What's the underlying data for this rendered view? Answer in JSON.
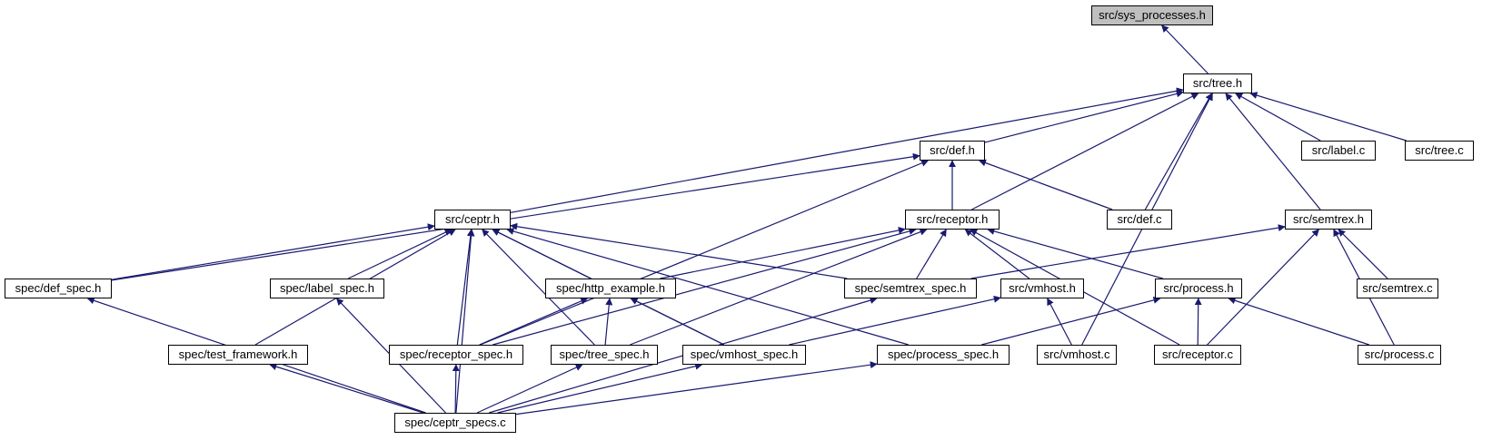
{
  "graph": {
    "root": "sys_processes_h",
    "edge_color": "#191970",
    "root_fill": "#bfbfbf",
    "nodes": [
      {
        "id": "sys_processes_h",
        "label": "src/sys_processes.h"
      },
      {
        "id": "tree_h",
        "label": "src/tree.h"
      },
      {
        "id": "def_h",
        "label": "src/def.h"
      },
      {
        "id": "label_c",
        "label": "src/label.c"
      },
      {
        "id": "tree_c",
        "label": "src/tree.c"
      },
      {
        "id": "ceptr_h",
        "label": "src/ceptr.h"
      },
      {
        "id": "receptor_h",
        "label": "src/receptor.h"
      },
      {
        "id": "def_c",
        "label": "src/def.c"
      },
      {
        "id": "semtrex_h",
        "label": "src/semtrex.h"
      },
      {
        "id": "def_spec_h",
        "label": "spec/def_spec.h"
      },
      {
        "id": "label_spec_h",
        "label": "spec/label_spec.h"
      },
      {
        "id": "http_example_h",
        "label": "spec/http_example.h"
      },
      {
        "id": "semtrex_spec_h",
        "label": "spec/semtrex_spec.h"
      },
      {
        "id": "vmhost_h",
        "label": "src/vmhost.h"
      },
      {
        "id": "process_h",
        "label": "src/process.h"
      },
      {
        "id": "semtrex_c",
        "label": "src/semtrex.c"
      },
      {
        "id": "test_framework_h",
        "label": "spec/test_framework.h"
      },
      {
        "id": "receptor_spec_h",
        "label": "spec/receptor_spec.h"
      },
      {
        "id": "tree_spec_h",
        "label": "spec/tree_spec.h"
      },
      {
        "id": "vmhost_spec_h",
        "label": "spec/vmhost_spec.h"
      },
      {
        "id": "process_spec_h",
        "label": "spec/process_spec.h"
      },
      {
        "id": "vmhost_c",
        "label": "src/vmhost.c"
      },
      {
        "id": "receptor_c",
        "label": "src/receptor.c"
      },
      {
        "id": "process_c",
        "label": "src/process.c"
      },
      {
        "id": "ceptr_specs_c",
        "label": "spec/ceptr_specs.c"
      }
    ],
    "edges": [
      {
        "from": "tree_h",
        "to": "sys_processes_h"
      },
      {
        "from": "def_h",
        "to": "tree_h"
      },
      {
        "from": "label_c",
        "to": "tree_h"
      },
      {
        "from": "tree_c",
        "to": "tree_h"
      },
      {
        "from": "ceptr_h",
        "to": "tree_h"
      },
      {
        "from": "receptor_h",
        "to": "tree_h"
      },
      {
        "from": "def_c",
        "to": "tree_h"
      },
      {
        "from": "semtrex_h",
        "to": "tree_h"
      },
      {
        "from": "vmhost_c",
        "to": "tree_h"
      },
      {
        "from": "receptor_h",
        "to": "def_h"
      },
      {
        "from": "def_c",
        "to": "def_h"
      },
      {
        "from": "def_spec_h",
        "to": "def_h"
      },
      {
        "from": "receptor_spec_h",
        "to": "def_h"
      },
      {
        "from": "def_spec_h",
        "to": "ceptr_h"
      },
      {
        "from": "label_spec_h",
        "to": "ceptr_h"
      },
      {
        "from": "http_example_h",
        "to": "ceptr_h"
      },
      {
        "from": "semtrex_spec_h",
        "to": "ceptr_h"
      },
      {
        "from": "test_framework_h",
        "to": "ceptr_h"
      },
      {
        "from": "receptor_spec_h",
        "to": "ceptr_h"
      },
      {
        "from": "tree_spec_h",
        "to": "ceptr_h"
      },
      {
        "from": "vmhost_spec_h",
        "to": "ceptr_h"
      },
      {
        "from": "process_spec_h",
        "to": "ceptr_h"
      },
      {
        "from": "ceptr_specs_c",
        "to": "ceptr_h"
      },
      {
        "from": "http_example_h",
        "to": "receptor_h"
      },
      {
        "from": "semtrex_spec_h",
        "to": "receptor_h"
      },
      {
        "from": "vmhost_h",
        "to": "receptor_h"
      },
      {
        "from": "process_h",
        "to": "receptor_h"
      },
      {
        "from": "receptor_spec_h",
        "to": "receptor_h"
      },
      {
        "from": "tree_spec_h",
        "to": "receptor_h"
      },
      {
        "from": "receptor_c",
        "to": "receptor_h"
      },
      {
        "from": "semtrex_spec_h",
        "to": "semtrex_h"
      },
      {
        "from": "semtrex_c",
        "to": "semtrex_h"
      },
      {
        "from": "receptor_c",
        "to": "semtrex_h"
      },
      {
        "from": "process_c",
        "to": "semtrex_h"
      },
      {
        "from": "ceptr_specs_c",
        "to": "def_spec_h"
      },
      {
        "from": "ceptr_specs_c",
        "to": "label_spec_h"
      },
      {
        "from": "receptor_spec_h",
        "to": "http_example_h"
      },
      {
        "from": "tree_spec_h",
        "to": "http_example_h"
      },
      {
        "from": "vmhost_spec_h",
        "to": "http_example_h"
      },
      {
        "from": "ceptr_specs_c",
        "to": "semtrex_spec_h"
      },
      {
        "from": "vmhost_spec_h",
        "to": "vmhost_h"
      },
      {
        "from": "vmhost_c",
        "to": "vmhost_h"
      },
      {
        "from": "process_spec_h",
        "to": "process_h"
      },
      {
        "from": "receptor_c",
        "to": "process_h"
      },
      {
        "from": "process_c",
        "to": "process_h"
      },
      {
        "from": "ceptr_specs_c",
        "to": "test_framework_h"
      },
      {
        "from": "ceptr_specs_c",
        "to": "receptor_spec_h"
      },
      {
        "from": "ceptr_specs_c",
        "to": "tree_spec_h"
      },
      {
        "from": "ceptr_specs_c",
        "to": "vmhost_spec_h"
      },
      {
        "from": "ceptr_specs_c",
        "to": "process_spec_h"
      }
    ]
  }
}
